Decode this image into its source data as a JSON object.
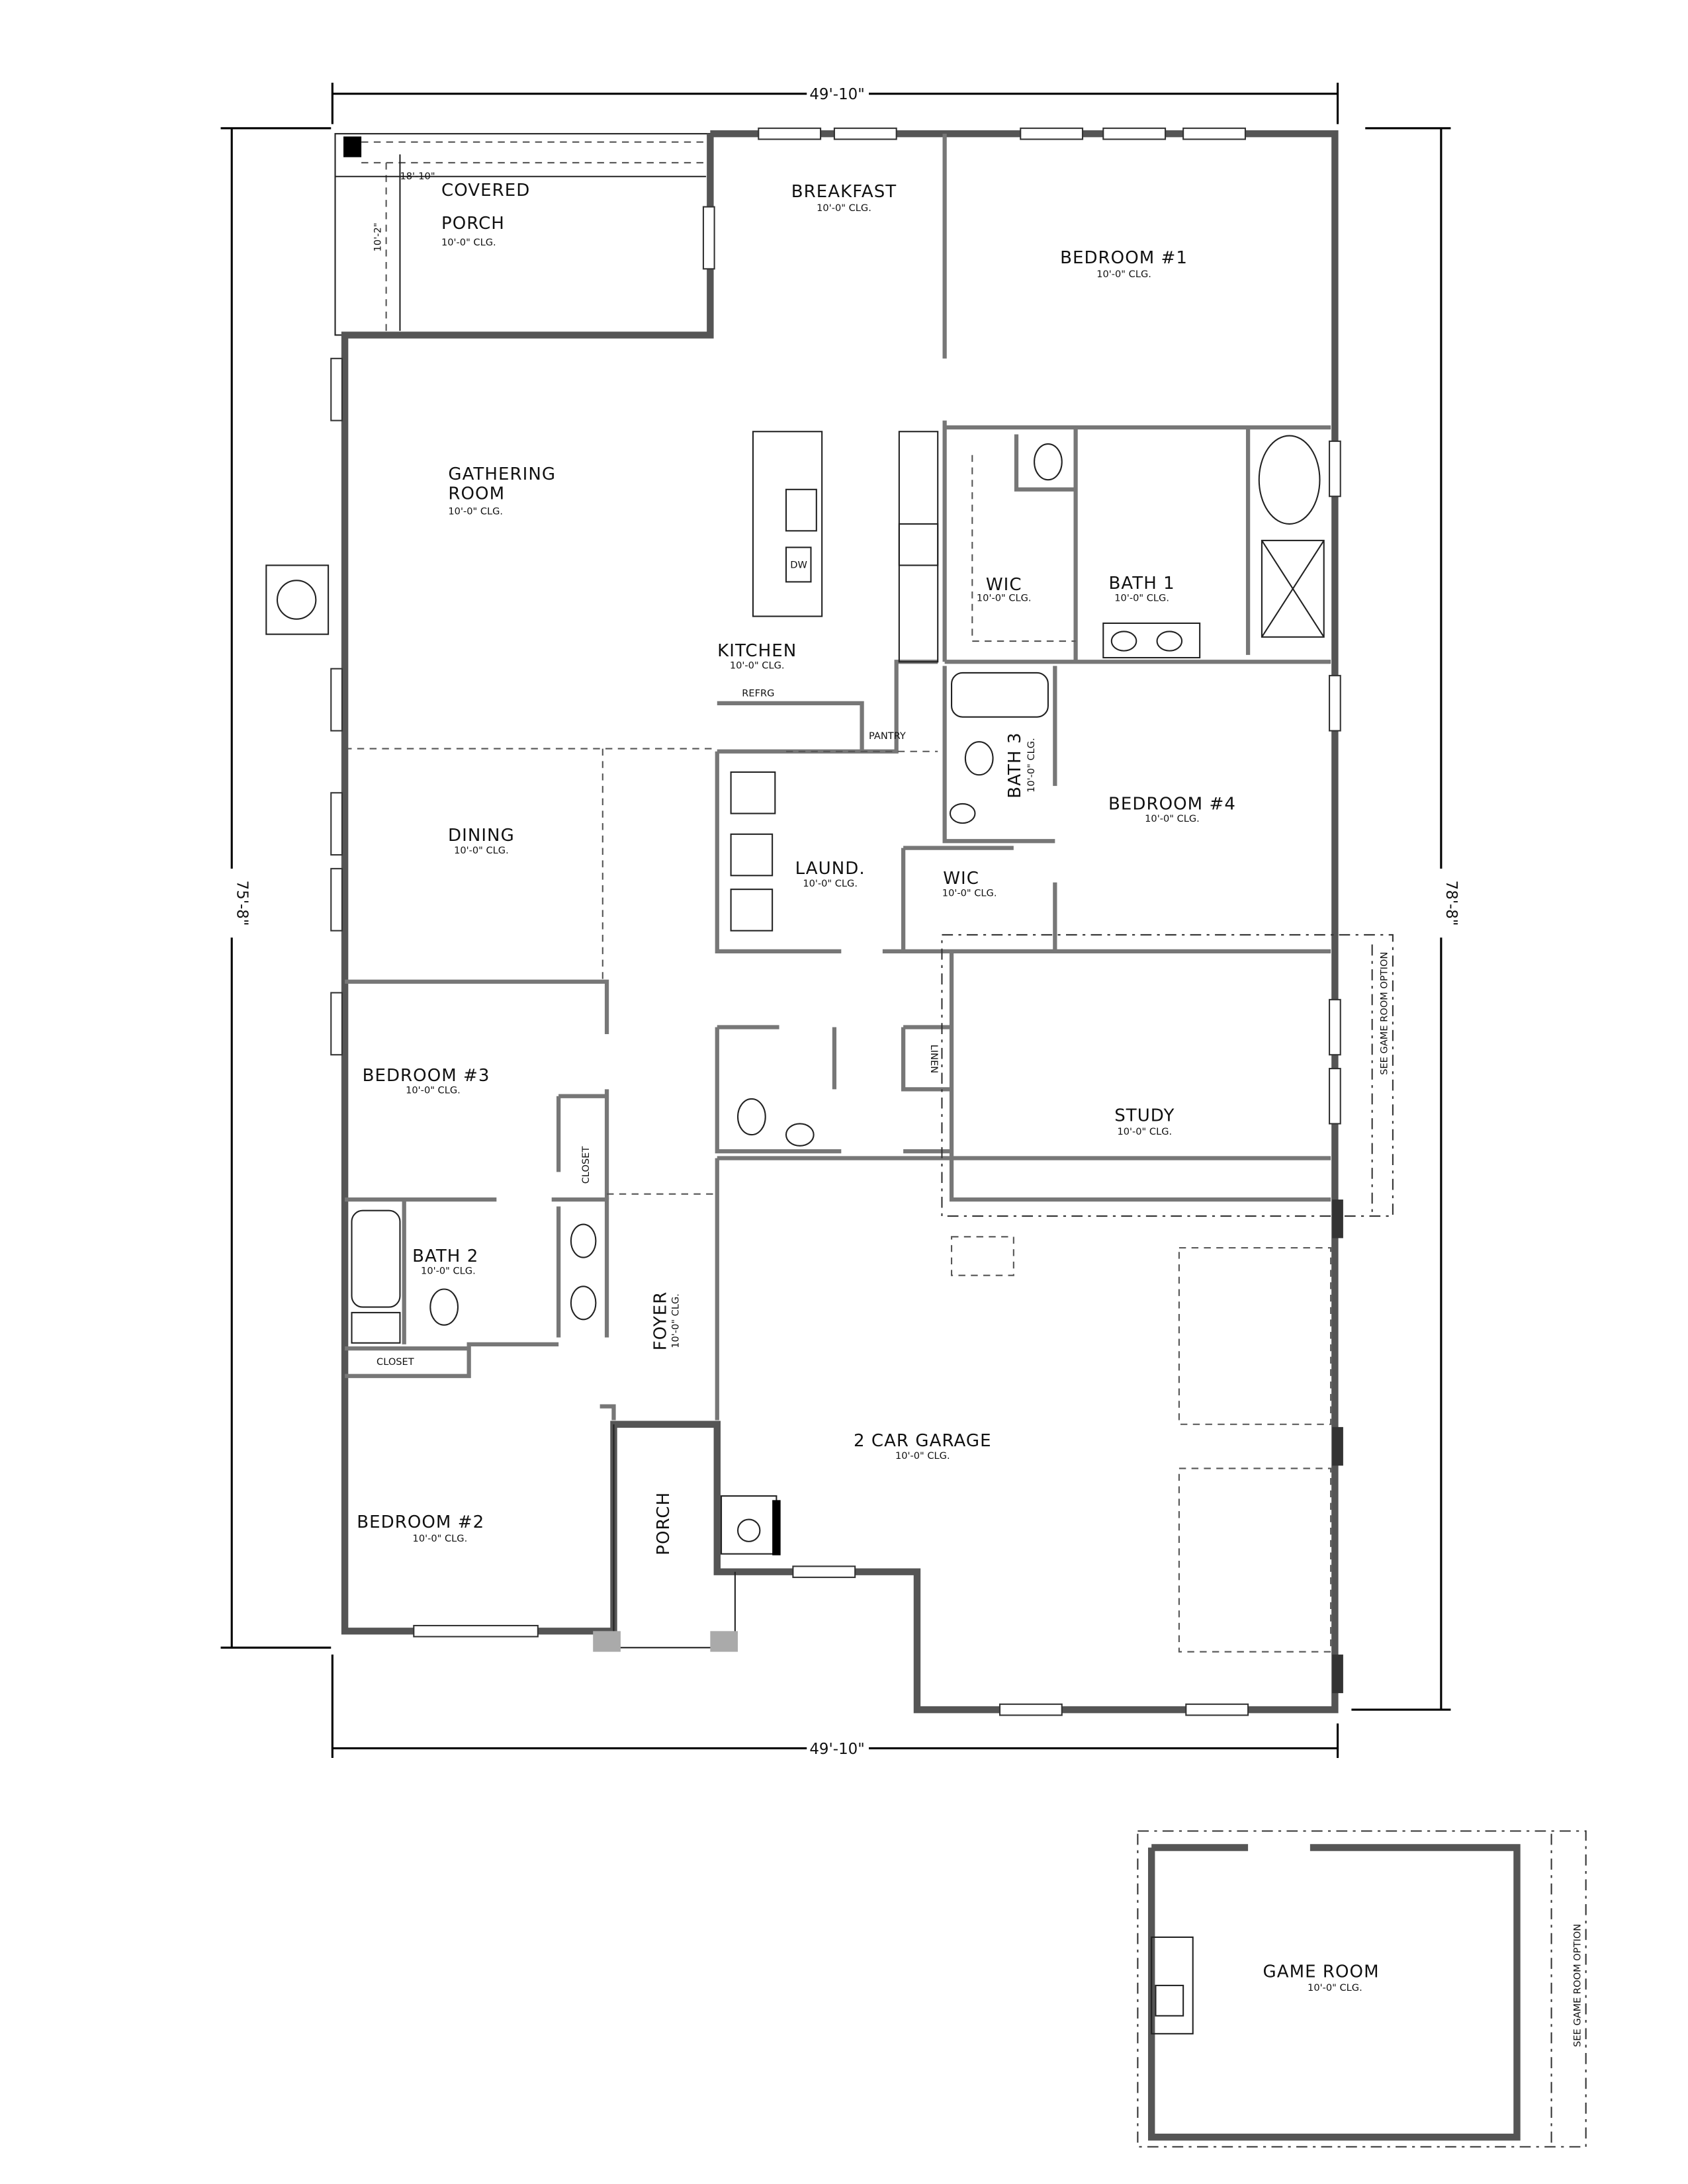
{
  "dimensions": {
    "top": "49'-10\"",
    "bottom": "49'-10\"",
    "left": "75'-8\"",
    "right": "78'-8\"",
    "porch_width": "18'-10\"",
    "porch_depth": "10'-2\""
  },
  "rooms": [
    {
      "id": "covered-porch",
      "name": "COVERED",
      "name2": "PORCH",
      "ceiling": "10'-0\" CLG."
    },
    {
      "id": "breakfast",
      "name": "BREAKFAST",
      "ceiling": "10'-0\" CLG."
    },
    {
      "id": "bedroom-1",
      "name": "BEDROOM #1",
      "ceiling": "10'-0\" CLG."
    },
    {
      "id": "gathering-room",
      "name": "GATHERING",
      "name2": "ROOM",
      "ceiling": "10'-0\" CLG."
    },
    {
      "id": "wic-1",
      "name": "WIC",
      "ceiling": "10'-0\" CLG."
    },
    {
      "id": "bath-1",
      "name": "BATH 1",
      "ceiling": "10'-0\" CLG."
    },
    {
      "id": "kitchen",
      "name": "KITCHEN",
      "ceiling": "10'-0\" CLG."
    },
    {
      "id": "bath-3",
      "name": "BATH 3",
      "ceiling": "10'-0\" CLG."
    },
    {
      "id": "dining",
      "name": "DINING",
      "ceiling": "10'-0\" CLG."
    },
    {
      "id": "bedroom-4",
      "name": "BEDROOM #4",
      "ceiling": "10'-0\" CLG."
    },
    {
      "id": "laundry",
      "name": "LAUND.",
      "ceiling": "10'-0\" CLG."
    },
    {
      "id": "wic-4",
      "name": "WIC",
      "ceiling": "10'-0\" CLG."
    },
    {
      "id": "bedroom-3",
      "name": "BEDROOM #3",
      "ceiling": "10'-0\" CLG."
    },
    {
      "id": "study",
      "name": "STUDY",
      "ceiling": "10'-0\" CLG."
    },
    {
      "id": "bath-2",
      "name": "BATH 2",
      "ceiling": "10'-0\" CLG."
    },
    {
      "id": "foyer",
      "name": "FOYER",
      "ceiling": "10'-0\" CLG."
    },
    {
      "id": "garage",
      "name": "2 CAR GARAGE",
      "ceiling": "10'-0\" CLG."
    },
    {
      "id": "bedroom-2",
      "name": "BEDROOM #2",
      "ceiling": "10'-0\" CLG."
    },
    {
      "id": "porch",
      "name": "PORCH"
    },
    {
      "id": "game-room",
      "name": "GAME ROOM",
      "ceiling": "10'-0\" CLG."
    }
  ],
  "small_labels": {
    "pantry": "PANTRY",
    "refrig": "REFRG",
    "dw": "DW",
    "linen": "LINEN",
    "closet3": "CLOSET",
    "closet2": "CLOSET",
    "game_option": "SEE GAME ROOM OPTION"
  }
}
